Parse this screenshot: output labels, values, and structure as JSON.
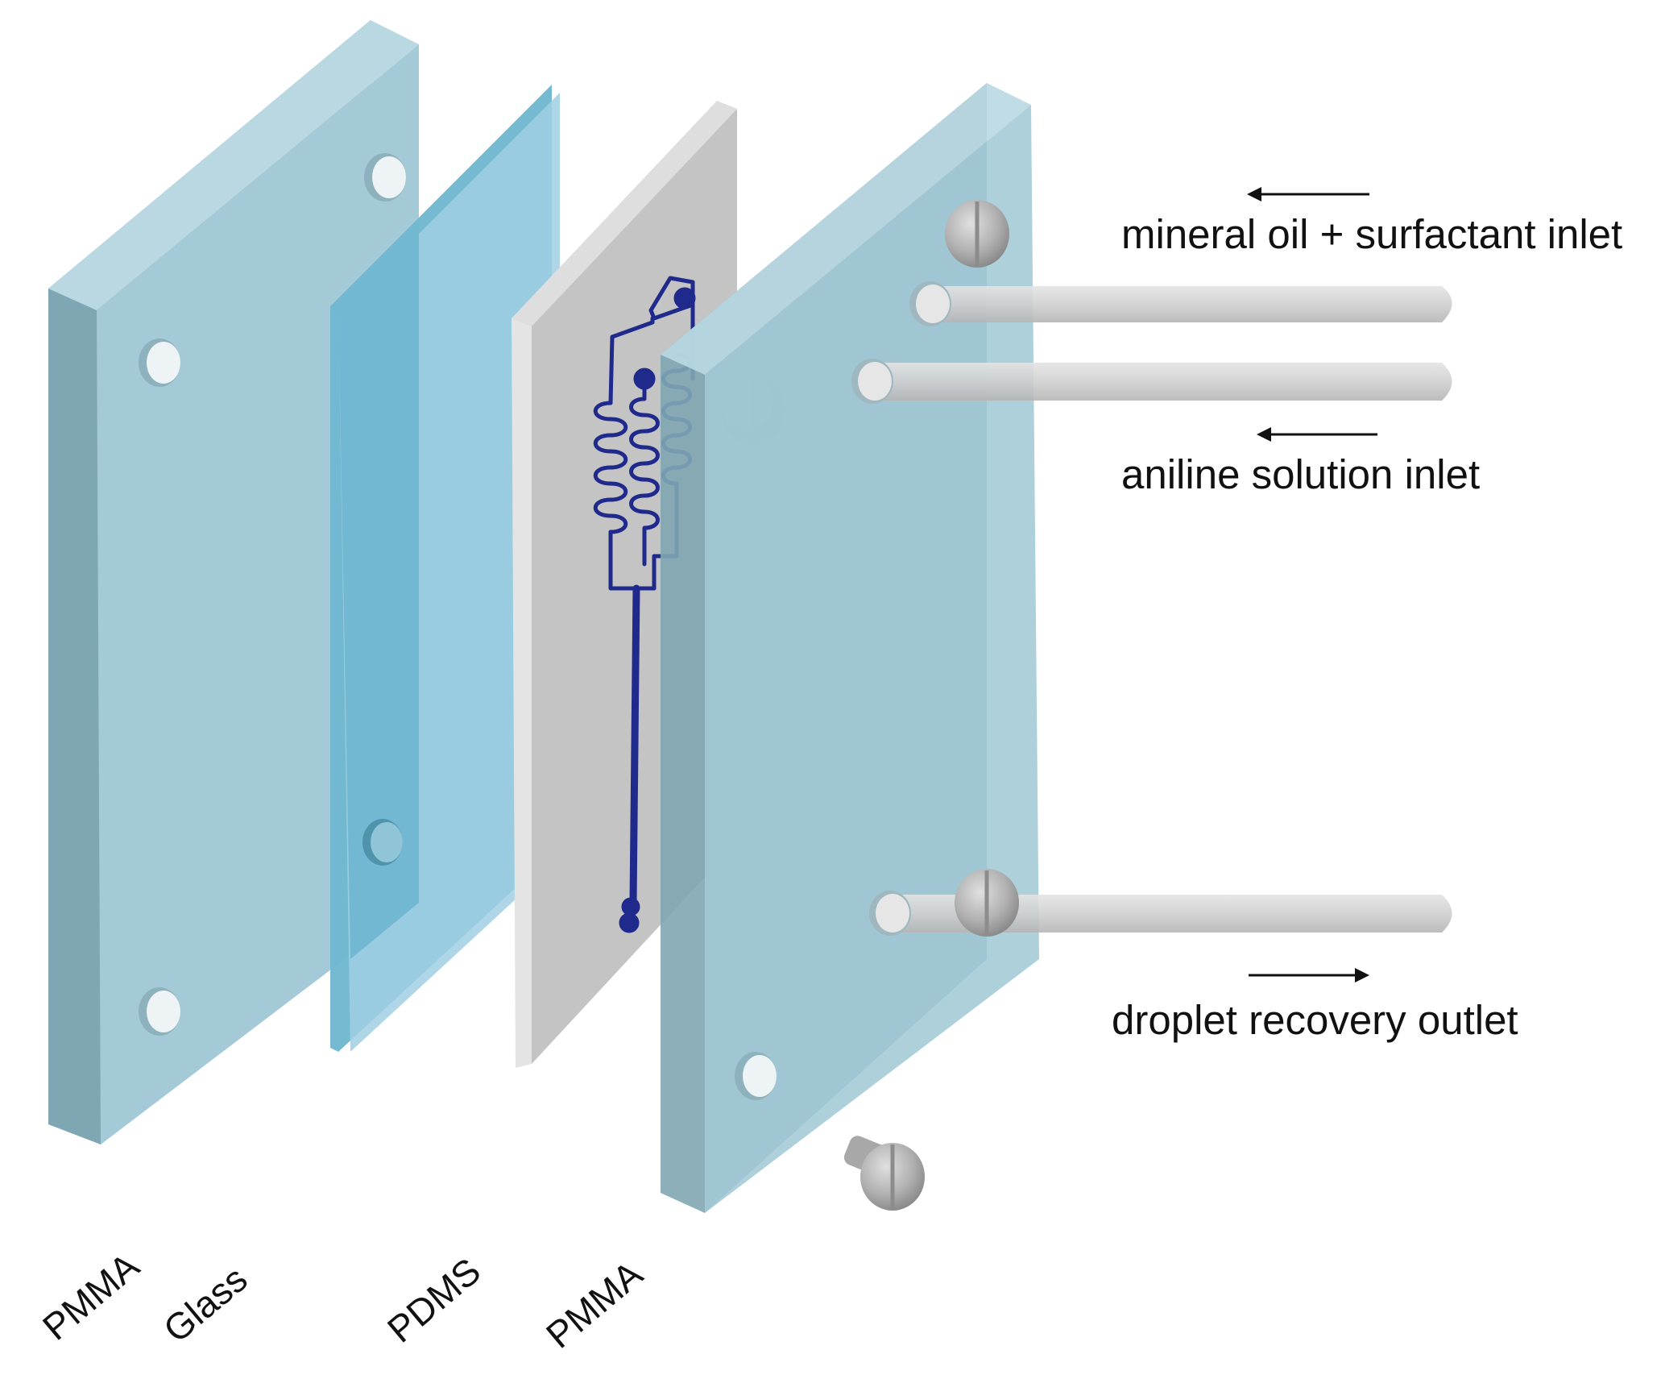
{
  "layers": [
    {
      "label": "PMMA",
      "color": "#a3cad6"
    },
    {
      "label": "Glass",
      "color": "#a0cfe3"
    },
    {
      "label": "PDMS",
      "color": "#c4c4c4"
    },
    {
      "label": "PMMA",
      "color": "#a3cad6"
    }
  ],
  "ports": {
    "oil_inlet": "mineral oil + surfactant inlet",
    "aniline_inlet": "aniline solution inlet",
    "outlet": "droplet recovery outlet"
  },
  "colors": {
    "pmma": "#a3cad6",
    "pmma_edge": "#7fa6b3",
    "glass": "#a0cfe3",
    "pdms": "#c4c4c4",
    "channel": "#1f2a8c",
    "tube": "#d2d2d2",
    "hole": "#eef3f5"
  },
  "icons": [
    "screw-icon",
    "arrow-left-icon",
    "arrow-right-icon"
  ]
}
